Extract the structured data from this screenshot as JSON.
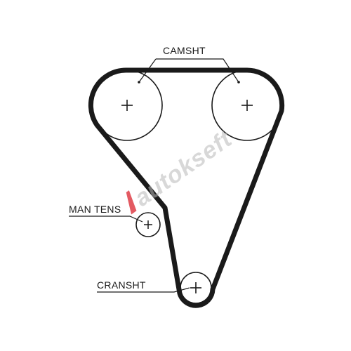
{
  "labels": {
    "camshaft": "CAMSHT",
    "tensioner": "MAN TENS",
    "crankshaft": "CRANSHT"
  },
  "watermark": {
    "text": "autokseft",
    "accent_color": "#d9232e"
  },
  "colors": {
    "belt": "#1a1a1a",
    "pulley_outline": "#1a1a1a",
    "leader_line": "#1a1a1a",
    "background": "#ffffff"
  }
}
